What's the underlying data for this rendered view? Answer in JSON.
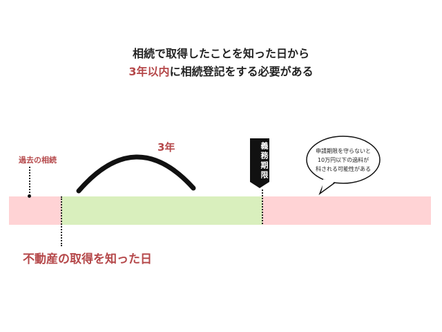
{
  "title": {
    "line1": "相続で取得したことを知った日から",
    "line2_highlight": "3年以内",
    "line2_rest": "に相続登記をする必要がある"
  },
  "timeline": {
    "past_label": "過去の相続",
    "acquired_label": "不動産の取得を知った日",
    "period_label": "3年",
    "deadline_tag": "義務期限",
    "speech_bubble": [
      "申請期限を守らないと",
      "10万円以下の過料が",
      "科される可能性がある"
    ]
  },
  "colors": {
    "accent_red": "#b5484a",
    "pink": "#ffd3d5",
    "green": "#d9efbd",
    "dark": "#111111"
  }
}
